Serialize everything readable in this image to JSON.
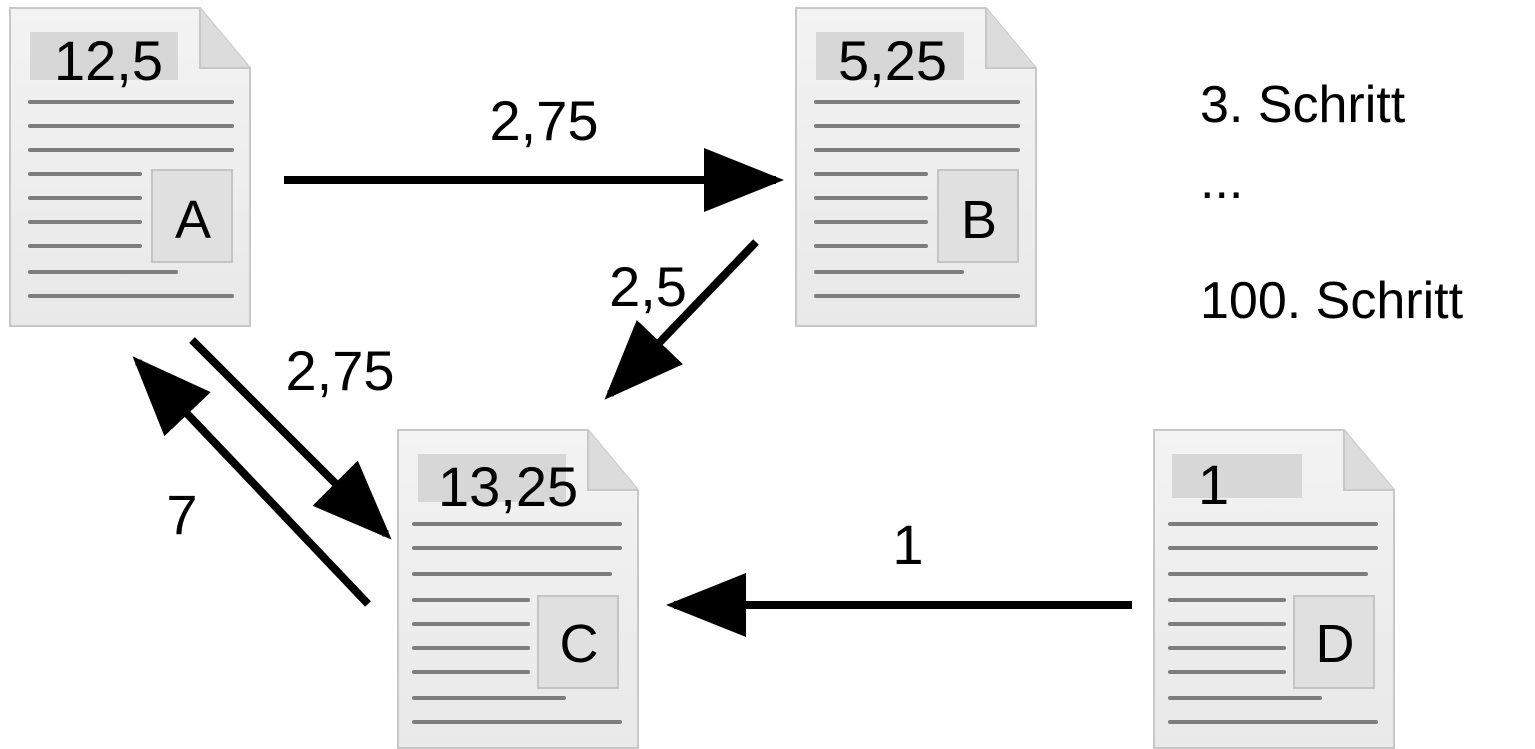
{
  "documents": [
    {
      "id": "A",
      "label": "A",
      "score": "12,5"
    },
    {
      "id": "B",
      "label": "B",
      "score": "5,25"
    },
    {
      "id": "C",
      "label": "C",
      "score": "13,25"
    },
    {
      "id": "D",
      "label": "D",
      "score": "1"
    }
  ],
  "edges": [
    {
      "from": "A",
      "to": "B",
      "label": "2,75"
    },
    {
      "from": "B",
      "to": "C",
      "label": "2,5"
    },
    {
      "from": "A",
      "to": "C",
      "label": "2,75"
    },
    {
      "from": "C",
      "to": "A",
      "label": "7"
    },
    {
      "from": "D",
      "to": "C",
      "label": "1"
    }
  ],
  "steps": [
    "3. Schritt",
    "...",
    "100. Schritt"
  ]
}
